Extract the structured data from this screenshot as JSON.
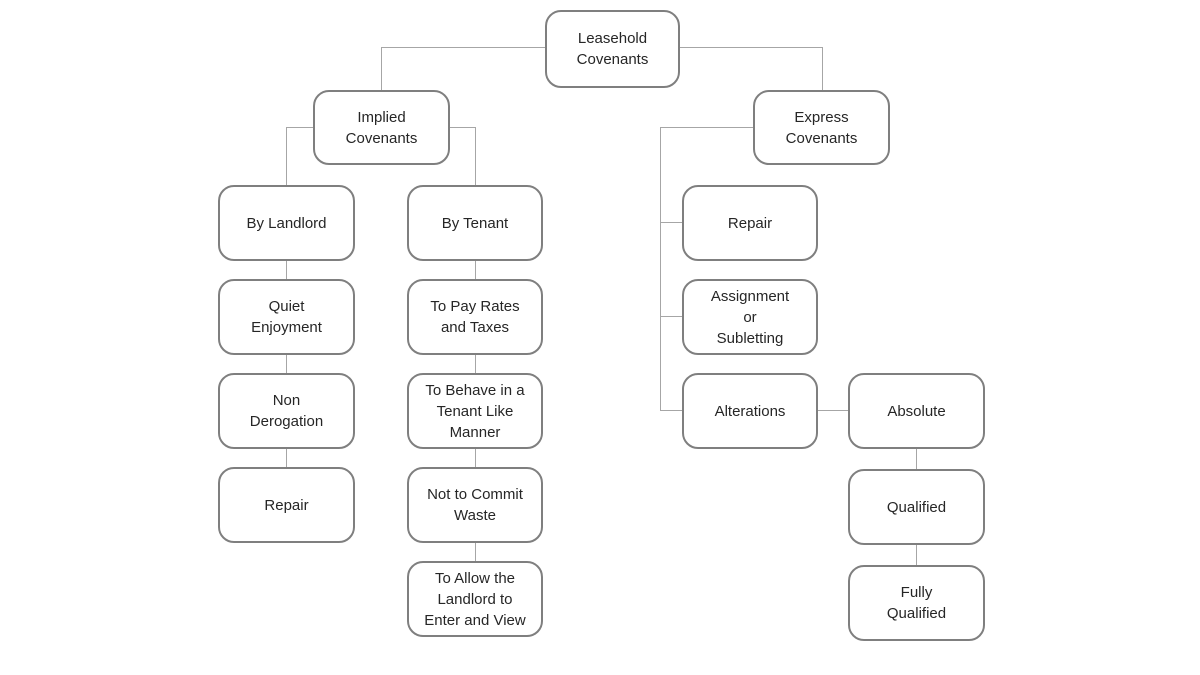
{
  "diagram": {
    "title": "Leasehold Covenants flowchart",
    "colors": {
      "background": "#ffffff",
      "box_fill": "#ffffff",
      "box_border": "#7f7f7f",
      "connector": "#a6a6a6",
      "text": "#262626"
    }
  },
  "nodes": {
    "leasehold": {
      "label": "Leasehold\nCovenants"
    },
    "implied": {
      "label": "Implied\nCovenants"
    },
    "express": {
      "label": "Express\nCovenants"
    },
    "by_landlord": {
      "label": "By Landlord"
    },
    "quiet_enjoyment": {
      "label": "Quiet\nEnjoyment"
    },
    "non_derogation": {
      "label": "Non\nDerogation"
    },
    "repair_implied": {
      "label": "Repair"
    },
    "by_tenant": {
      "label": "By Tenant"
    },
    "pay_rates": {
      "label": "To Pay Rates\nand Taxes"
    },
    "behave": {
      "label": "To Behave in a\nTenant Like\nManner"
    },
    "not_commit_waste": {
      "label": "Not to Commit\nWaste"
    },
    "allow_enter": {
      "label": "To Allow the\nLandlord to\nEnter and View"
    },
    "repair_express": {
      "label": "Repair"
    },
    "assignment": {
      "label": "Assignment\nor\nSubletting"
    },
    "alterations": {
      "label": "Alterations"
    },
    "absolute": {
      "label": "Absolute"
    },
    "qualified": {
      "label": "Qualified"
    },
    "fully_qualified": {
      "label": "Fully\nQualified"
    }
  }
}
